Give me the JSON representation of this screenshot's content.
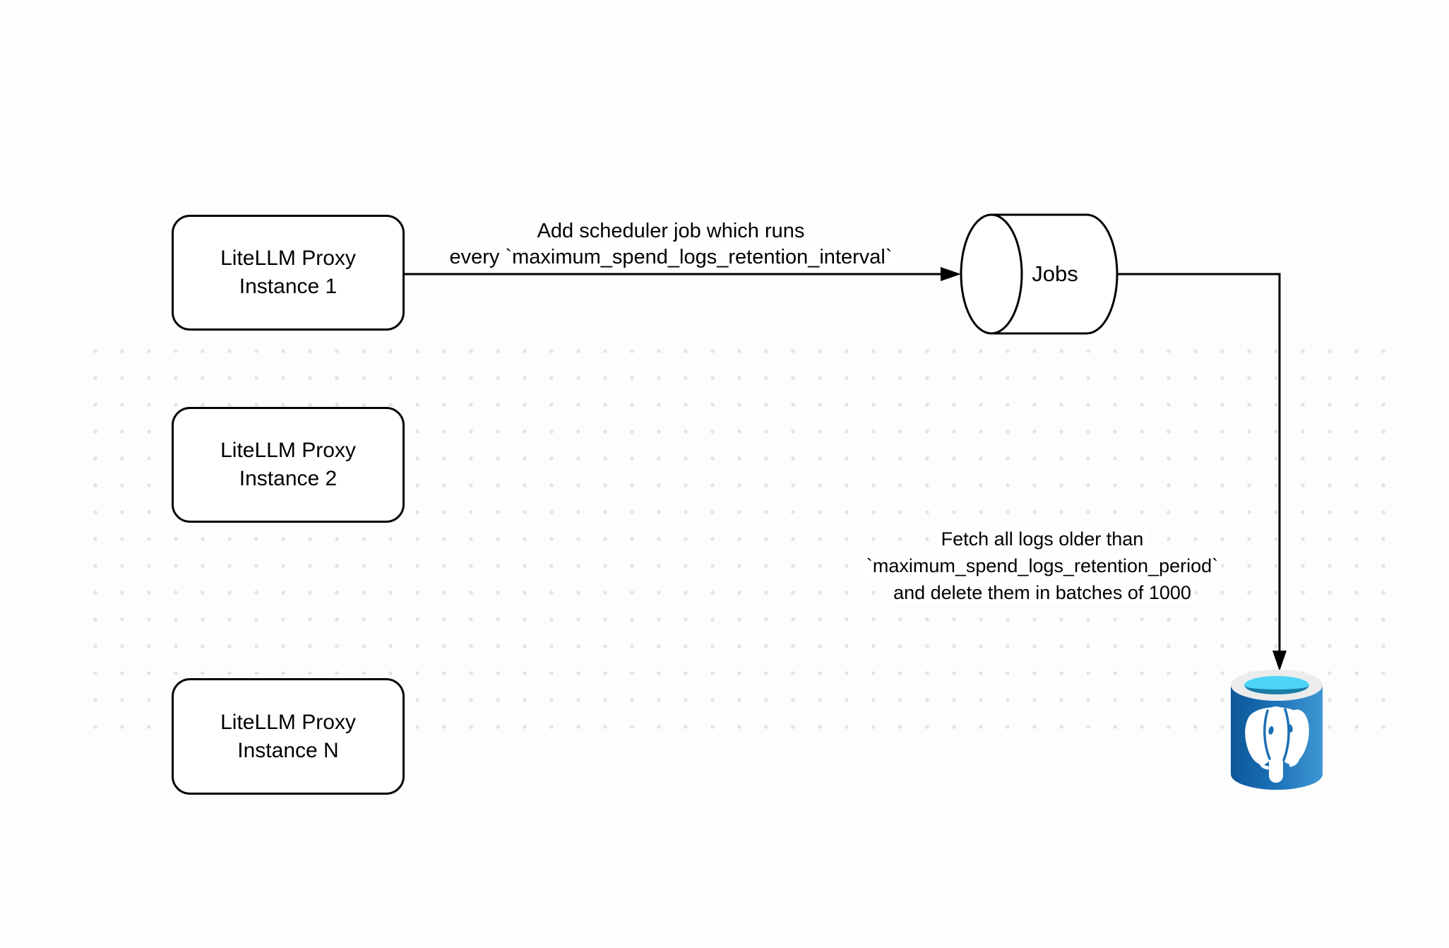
{
  "diagram": {
    "nodes": {
      "instance1": {
        "line1": "LiteLLM Proxy",
        "line2": "Instance 1"
      },
      "instance2": {
        "line1": "LiteLLM Proxy",
        "line2": "Instance 2"
      },
      "instanceN": {
        "line1": "LiteLLM Proxy",
        "line2": "Instance N"
      },
      "jobs": {
        "label": "Jobs"
      },
      "database": {
        "icon": "postgresql-database-icon"
      }
    },
    "edges": {
      "scheduler": {
        "line1": "Add scheduler job which runs",
        "line2": "every `maximum_spend_logs_retention_interval`"
      },
      "fetch": {
        "line1": "Fetch all logs older than",
        "line2": "`maximum_spend_logs_retention_period`",
        "line3": "and delete them in batches of 1000"
      }
    },
    "colors": {
      "canvas": "#fdfdfd",
      "text": "#000000",
      "stroke": "#000000",
      "node_fill": "#ffffff",
      "label_bg": "#ffffff",
      "grid_dot": "#e4e4e4",
      "postgres_body_dark": "#0c5798",
      "postgres_body_mid": "#1b6fb5",
      "postgres_body_light": "#3f97d3",
      "postgres_rim": "#ececec",
      "postgres_opening_cyan": "#4ed4f7",
      "postgres_opening_teal": "#1a7da5",
      "elephant": "#ffffff"
    }
  }
}
